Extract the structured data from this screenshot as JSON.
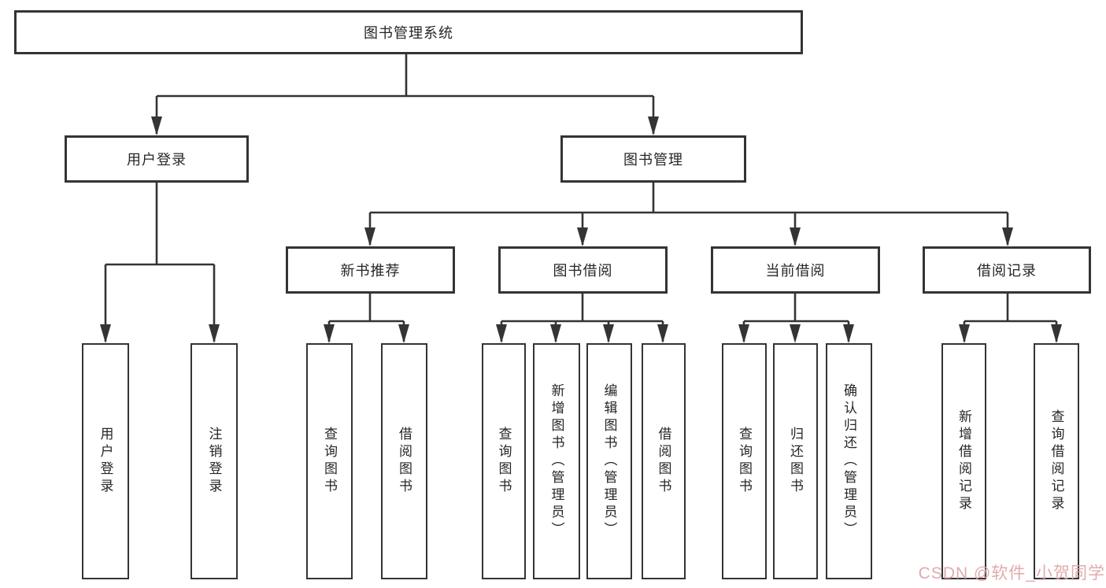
{
  "nodes": {
    "root": "图书管理系统",
    "user_login": "用户登录",
    "book_mgmt": "图书管理",
    "new_book_rec": "新书推荐",
    "book_borrow": "图书借阅",
    "current_borrow": "当前借阅",
    "borrow_record": "借阅记录",
    "leaf_user_login": "用户登录",
    "leaf_logout": "注销登录",
    "leaf_nb_query": "查询图书",
    "leaf_nb_borrow": "借阅图书",
    "leaf_bb_query": "查询图书",
    "leaf_bb_add": "新增图书（管理员）",
    "leaf_bb_edit": "编辑图书（管理员）",
    "leaf_bb_borrow": "借阅图书",
    "leaf_cb_query": "查询图书",
    "leaf_cb_return": "归还图书",
    "leaf_cb_confirm": "确认归还（管理员）",
    "leaf_br_add": "新增借阅记录",
    "leaf_br_query": "查询借阅记录"
  },
  "watermark": "CSDN @软件_小贺同学",
  "colors": {
    "line": "#343434",
    "box_border": "#343434",
    "text": "#262626",
    "background": "#ffffff",
    "watermark": "#dfa3a8"
  }
}
